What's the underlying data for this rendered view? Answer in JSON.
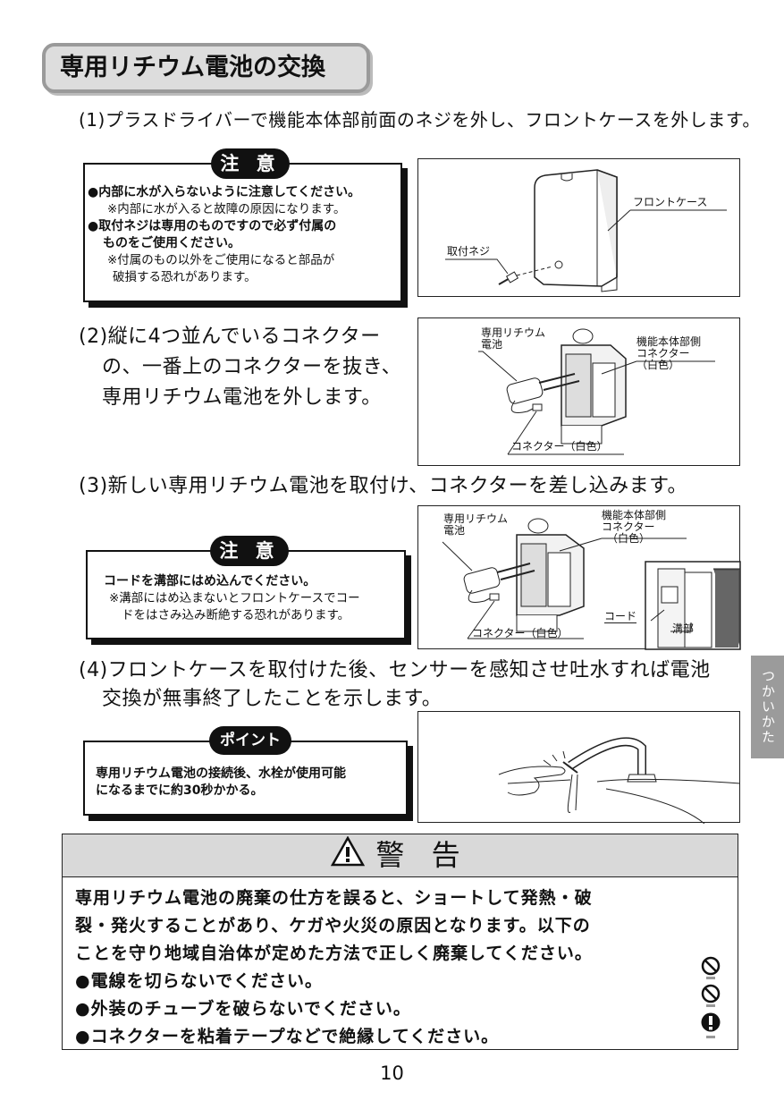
{
  "title": "専用リチウム電池の交換",
  "steps": {
    "s1": "(1)プラスドライバーで機能本体部前面のネジを外し、フロントケースを外します。",
    "s2_l1": "(2)縦に4つ並んでいるコネクター",
    "s2_l2": "の、一番上のコネクターを抜き、",
    "s2_l3": "専用リチウム電池を外します。",
    "s3": "(3)新しい専用リチウム電池を取付け、コネクターを差し込みます。",
    "s4_l1": "(4)フロントケースを取付けた後、センサーを感知させ吐水すれば電池",
    "s4_l2": "交換が無事終了したことを示します。"
  },
  "notice1": {
    "badge": "注 意",
    "l1": "●内部に水が入らないように注意してください。",
    "l2": "※内部に水が入ると故障の原因になります。",
    "l3": "●取付ネジは専用のものですので必ず付属の",
    "l4": "ものをご使用ください。",
    "l5": "※付属のもの以外をご使用になると部品が",
    "l6": "破損する恐れがあります。"
  },
  "notice2": {
    "badge": "注 意",
    "l1": "コードを溝部にはめ込んでください。",
    "l2": "※溝部にはめ込まないとフロントケースでコー",
    "l3": "ドをはさみ込み断絶する恐れがあります。"
  },
  "notice3": {
    "badge": "ポイント",
    "l1": "専用リチウム電池の接続後、水栓が使用可能",
    "l2": "になるまでに約30秒かかる。"
  },
  "fig1": {
    "front_case": "フロントケース",
    "screw": "取付ネジ"
  },
  "fig2": {
    "battery_l1": "専用リチウム",
    "battery_l2": "電池",
    "body_l1": "機能本体部側",
    "body_l2": "コネクター",
    "body_l3": "（白色）",
    "connector": "コネクター（白色）"
  },
  "fig3": {
    "battery_l1": "専用リチウム",
    "battery_l2": "電池",
    "body_l1": "機能本体部側",
    "body_l2": "コネクター",
    "body_l3": "（白色）",
    "connector": "コネクター（白色）",
    "cord": "コード",
    "groove": "溝部"
  },
  "side_tab": "つかいかた",
  "warning": {
    "title": "警 告",
    "p1": "専用リチウム電池の廃棄の仕方を誤ると、ショートして発熱・破",
    "p2": "裂・発火することがあり、ケガや火災の原因となります。以下の",
    "p3": "ことを守り地域自治体が定めた方法で正しく廃棄してください。",
    "b1": "●電線を切らないでください。",
    "b2": "●外装のチューブを破らないでください。",
    "b3": "●コネクターを粘着テープなどで絶縁してください。",
    "icons": [
      "prohibition-icon",
      "prohibition-icon",
      "mandatory-icon"
    ]
  },
  "page_number": "10"
}
